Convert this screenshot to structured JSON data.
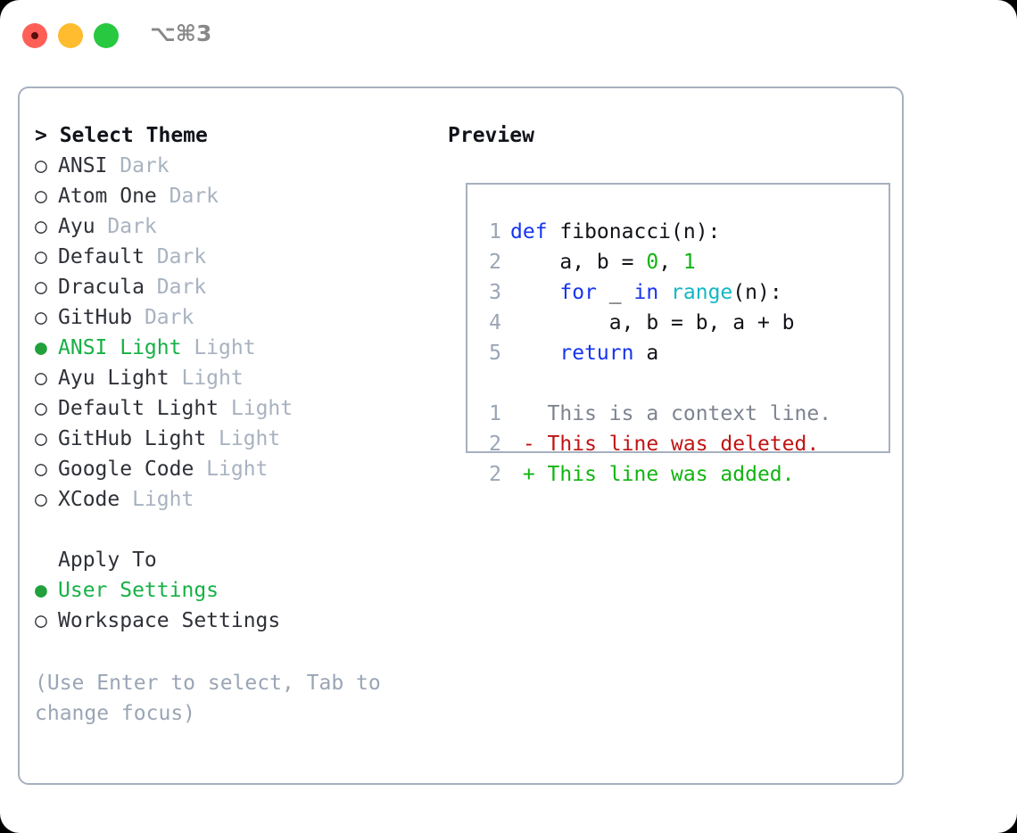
{
  "titlebar": {
    "shortcut": "⌥⌘3",
    "buttons": {
      "close_label": "close",
      "minimize_label": "minimize",
      "maximize_label": "maximize"
    }
  },
  "theme_selector": {
    "header": "> Select Theme",
    "bullet_unselected": "○",
    "bullet_selected": "●",
    "items": [
      {
        "name": "ANSI",
        "badge": "Dark",
        "selected": false
      },
      {
        "name": "Atom One",
        "badge": "Dark",
        "selected": false
      },
      {
        "name": "Ayu",
        "badge": "Dark",
        "selected": false
      },
      {
        "name": "Default",
        "badge": "Dark",
        "selected": false
      },
      {
        "name": "Dracula",
        "badge": "Dark",
        "selected": false
      },
      {
        "name": "GitHub",
        "badge": "Dark",
        "selected": false
      },
      {
        "name": "ANSI Light",
        "badge": "Light",
        "selected": true
      },
      {
        "name": "Ayu Light",
        "badge": "Light",
        "selected": false
      },
      {
        "name": "Default Light",
        "badge": "Light",
        "selected": false
      },
      {
        "name": "GitHub Light",
        "badge": "Light",
        "selected": false
      },
      {
        "name": "Google Code",
        "badge": "Light",
        "selected": false
      },
      {
        "name": "XCode",
        "badge": "Light",
        "selected": false
      }
    ]
  },
  "apply_to": {
    "header": "Apply To",
    "options": [
      {
        "label": "User Settings",
        "selected": true
      },
      {
        "label": "Workspace Settings",
        "selected": false
      }
    ]
  },
  "hint": "(Use Enter to select, Tab to change focus)",
  "preview": {
    "title": "Preview",
    "code_lines": [
      {
        "num": "1",
        "tokens": [
          {
            "t": "def",
            "c": "kw"
          },
          {
            "t": " fibonacci(n):",
            "c": "txt"
          }
        ]
      },
      {
        "num": "2",
        "tokens": [
          {
            "t": "    a, b = ",
            "c": "txt"
          },
          {
            "t": "0",
            "c": "num"
          },
          {
            "t": ", ",
            "c": "txt"
          },
          {
            "t": "1",
            "c": "num"
          }
        ]
      },
      {
        "num": "3",
        "tokens": [
          {
            "t": "    ",
            "c": "txt"
          },
          {
            "t": "for",
            "c": "kw"
          },
          {
            "t": " _ ",
            "c": "txt"
          },
          {
            "t": "in",
            "c": "kw"
          },
          {
            "t": " ",
            "c": "txt"
          },
          {
            "t": "range",
            "c": "fn"
          },
          {
            "t": "(n):",
            "c": "txt"
          }
        ]
      },
      {
        "num": "4",
        "tokens": [
          {
            "t": "        a, b = b, a + b",
            "c": "txt"
          }
        ]
      },
      {
        "num": "5",
        "tokens": [
          {
            "t": "    ",
            "c": "txt"
          },
          {
            "t": "return",
            "c": "kw"
          },
          {
            "t": " a",
            "c": "txt"
          }
        ]
      }
    ],
    "diff_lines": [
      {
        "num": "1",
        "marker": " ",
        "text": "This is a context line.",
        "kind": "ctx"
      },
      {
        "num": "2",
        "marker": "-",
        "text": "This line was deleted.",
        "kind": "del"
      },
      {
        "num": "2",
        "marker": "+",
        "text": "This line was added.",
        "kind": "add"
      }
    ]
  },
  "colors": {
    "accent_green": "#17b145",
    "border": "#a6b0bf",
    "muted": "#a8b2c0",
    "hint": "#9aa5b5",
    "keyword": "#1634f0",
    "function": "#12b8c4",
    "number": "#12b412",
    "diff_deleted": "#c01414",
    "diff_added": "#12b412",
    "diff_context": "#7d8490",
    "traffic_red": "#ff5f57",
    "traffic_yellow": "#febc2e",
    "traffic_green": "#28c840"
  }
}
